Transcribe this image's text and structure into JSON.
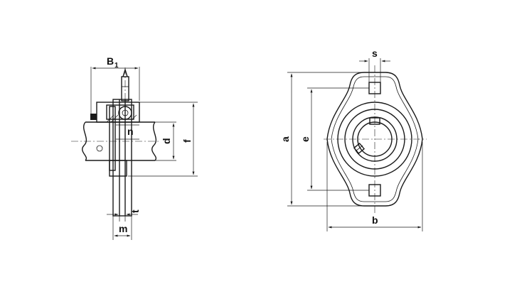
{
  "side_view": {
    "labels": {
      "B": "B",
      "B_sub": "1",
      "n": "n",
      "d": "d",
      "f": "f",
      "t": "t",
      "m": "m"
    }
  },
  "front_view": {
    "labels": {
      "s": "s",
      "a": "a",
      "e": "e",
      "b": "b"
    }
  }
}
